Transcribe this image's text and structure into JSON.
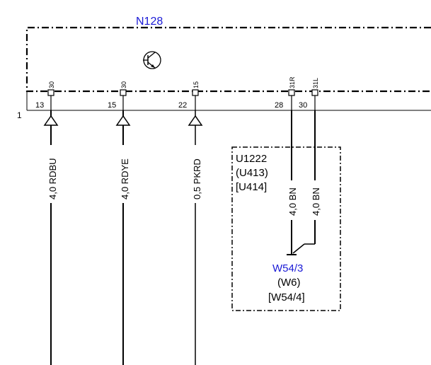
{
  "module": {
    "name": "N128",
    "name_color": "#1a1ad6",
    "icon": "transistor-icon",
    "row_number": "1",
    "pins": [
      {
        "id": "p13",
        "terminal": "30",
        "number": "13"
      },
      {
        "id": "p15",
        "terminal": "30",
        "number": "15"
      },
      {
        "id": "p22",
        "terminal": "15",
        "number": "22"
      },
      {
        "id": "p28",
        "terminal": "31R",
        "number": "28"
      },
      {
        "id": "p30",
        "terminal": "31L",
        "number": "30"
      }
    ]
  },
  "wires": [
    {
      "id": "w13",
      "label": "4,0 RDBU"
    },
    {
      "id": "w15",
      "label": "4,0 RDYE"
    },
    {
      "id": "w22",
      "label": "0,5 PKRD"
    },
    {
      "id": "w28",
      "label": "4,0 BN"
    },
    {
      "id": "w30",
      "label": "4,0 BN"
    }
  ],
  "connector_box": {
    "lines": [
      "U1222",
      "(U413)",
      "[U414]"
    ]
  },
  "ground": {
    "name": "W54/3",
    "name_color": "#1a1ad6",
    "alt1": "(W6)",
    "alt2": "[W54/4]"
  }
}
